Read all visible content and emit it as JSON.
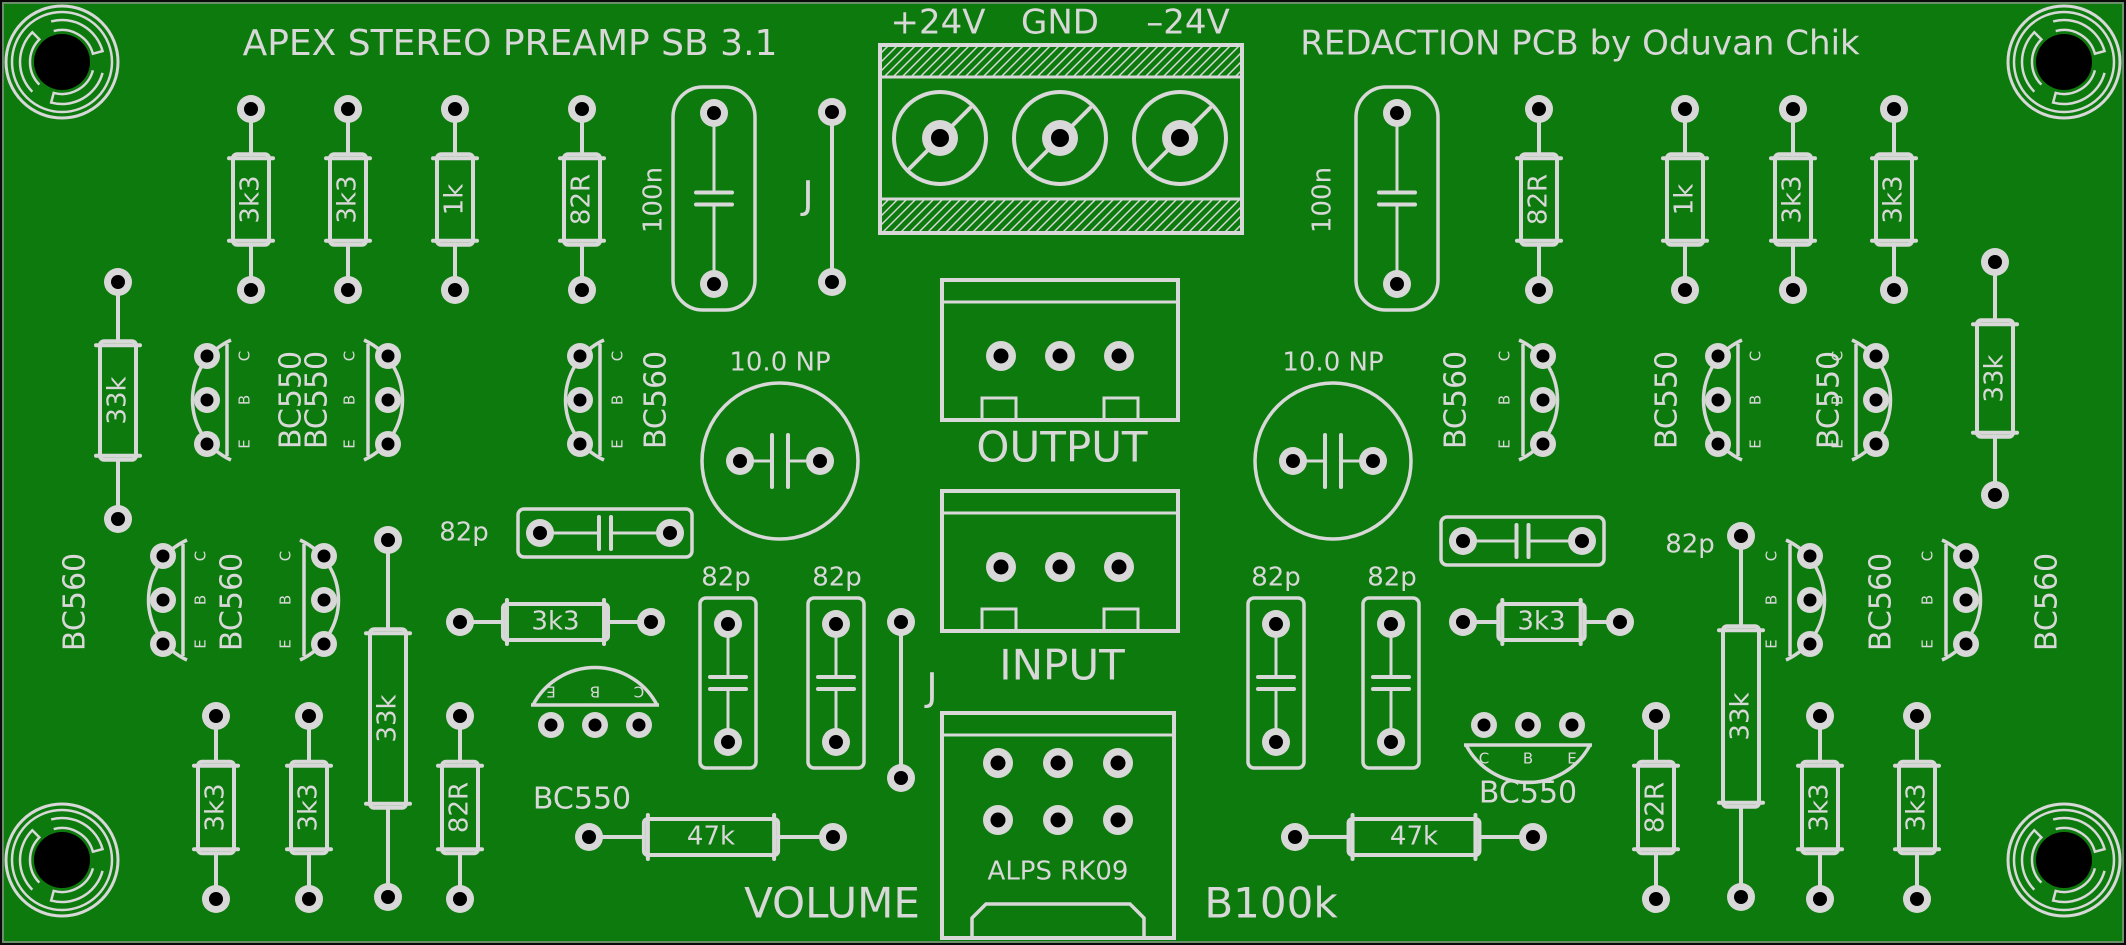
{
  "board": {
    "title": "APEX  STEREO  PREAMP  SB 3.1",
    "credit": "REDACTION PCB by Oduvan Chik",
    "background_color": "#0c7a0c",
    "silkscreen_color": "#d8d8d8",
    "pad_color": "#d8d8d8",
    "hole_color": "#000000"
  },
  "power": {
    "plus": "+24V",
    "gnd": "GND",
    "minus": "–24V"
  },
  "connectors": {
    "output": "OUTPUT",
    "input": "INPUT"
  },
  "volume": {
    "label": "VOLUME",
    "value": "B100k",
    "model": "ALPS RK09"
  },
  "labels": {
    "r_3k3": "3k3",
    "r_1k": "1k",
    "r_82r": "82R",
    "r_33k": "33k",
    "r_47k": "47k",
    "c_100n": "100n",
    "c_82p": "82p",
    "c_np": "10.0 NP",
    "jumper": "J",
    "bc550": "BC550",
    "bc560": "BC560",
    "pin_c": "C",
    "pin_b": "B",
    "pin_e": "E"
  }
}
